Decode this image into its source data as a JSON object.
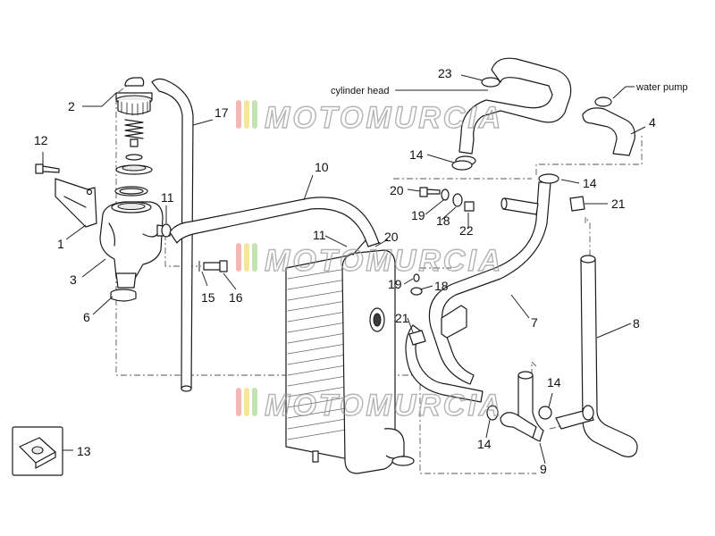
{
  "callouts": [
    {
      "id": "c1",
      "text": "1"
    },
    {
      "id": "c2",
      "text": "2"
    },
    {
      "id": "c3",
      "text": "3"
    },
    {
      "id": "c4",
      "text": "4"
    },
    {
      "id": "c6",
      "text": "6"
    },
    {
      "id": "c7",
      "text": "7"
    },
    {
      "id": "c8",
      "text": "8"
    },
    {
      "id": "c9",
      "text": "9"
    },
    {
      "id": "c10",
      "text": "10"
    },
    {
      "id": "c11a",
      "text": "11"
    },
    {
      "id": "c11b",
      "text": "11"
    },
    {
      "id": "c12",
      "text": "12"
    },
    {
      "id": "c13",
      "text": "13"
    },
    {
      "id": "c14a",
      "text": "14"
    },
    {
      "id": "c14b",
      "text": "14"
    },
    {
      "id": "c14c",
      "text": "14"
    },
    {
      "id": "c14d",
      "text": "14"
    },
    {
      "id": "c15",
      "text": "15"
    },
    {
      "id": "c16",
      "text": "16"
    },
    {
      "id": "c17",
      "text": "17"
    },
    {
      "id": "c18a",
      "text": "18"
    },
    {
      "id": "c18b",
      "text": "18"
    },
    {
      "id": "c19a",
      "text": "19"
    },
    {
      "id": "c19b",
      "text": "19"
    },
    {
      "id": "c20a",
      "text": "20"
    },
    {
      "id": "c20b",
      "text": "20"
    },
    {
      "id": "c21a",
      "text": "21"
    },
    {
      "id": "c21b",
      "text": "21"
    },
    {
      "id": "c22",
      "text": "22"
    },
    {
      "id": "c23",
      "text": "23"
    }
  ],
  "notes": {
    "cylinder_head": "cylinder head",
    "water_pump": "water pump"
  },
  "watermark": {
    "text": "MOTOMURCIA",
    "stripe_colors": [
      "#f3a9a9",
      "#f7e08c",
      "#b9dfa5"
    ]
  }
}
